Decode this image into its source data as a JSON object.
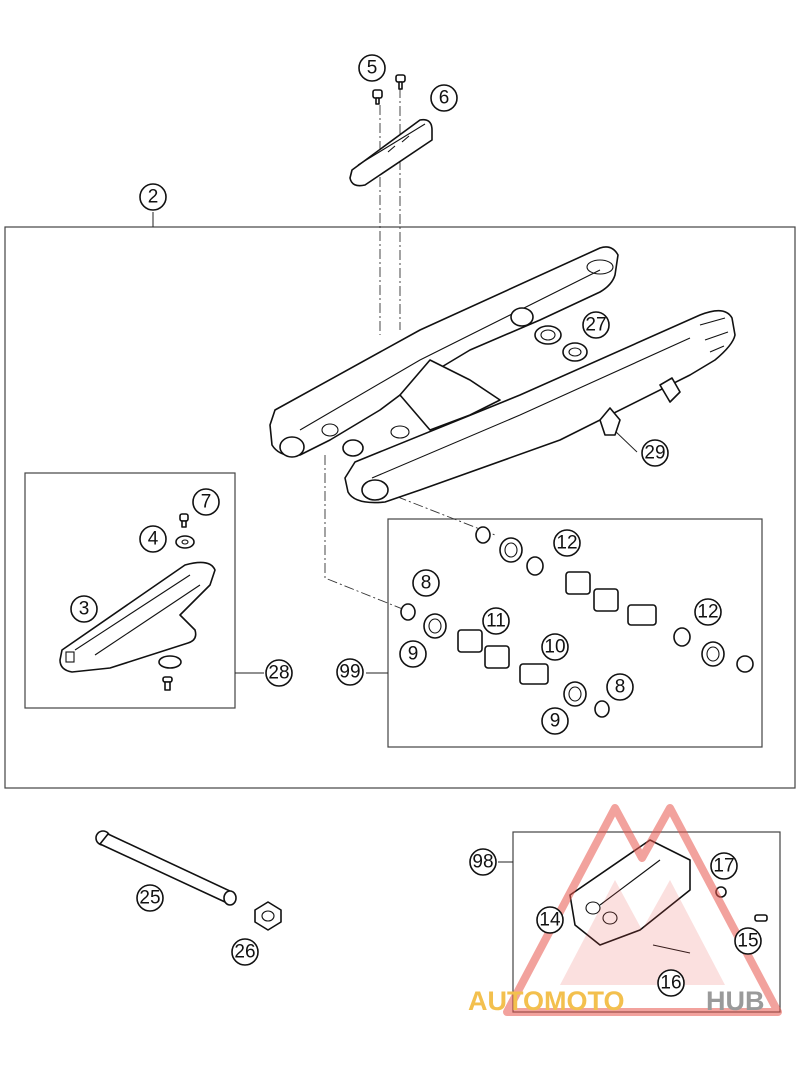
{
  "callouts": [
    "2",
    "3",
    "4",
    "5",
    "6",
    "7",
    "8",
    "8",
    "9",
    "9",
    "10",
    "11",
    "12",
    "12",
    "14",
    "15",
    "16",
    "17",
    "25",
    "26",
    "27",
    "28",
    "29",
    "98",
    "99"
  ],
  "watermark": {
    "text_part1": "AUTOMOTO",
    "text_part2": "HUB",
    "colors": {
      "part1": "#f3c04e",
      "part2": "#9a9a9a",
      "triangle": "#e8554c"
    }
  }
}
